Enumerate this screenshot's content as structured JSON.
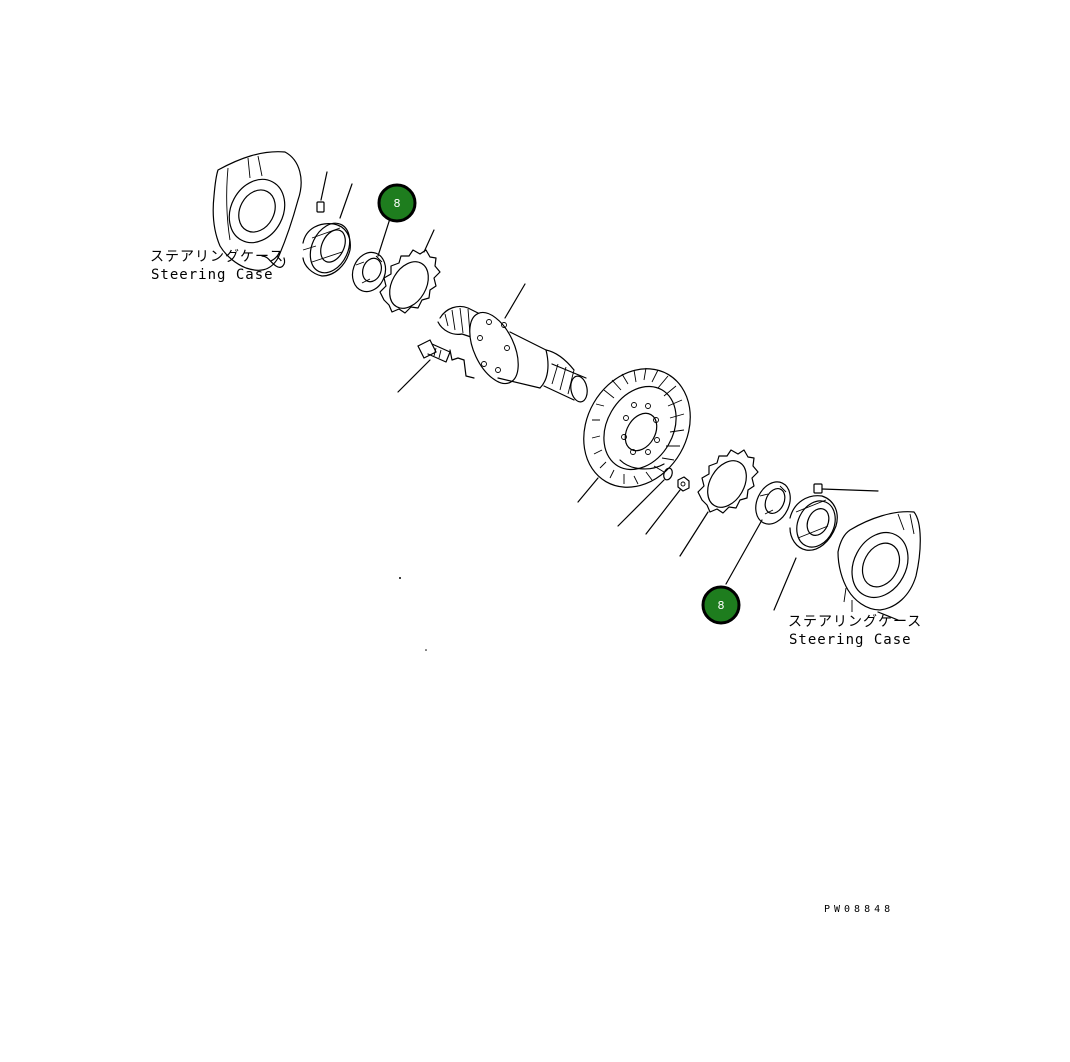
{
  "labels": {
    "steering_case_jp": "ステアリングケース",
    "steering_case_en": "Steering Case"
  },
  "callouts": [
    {
      "number": "8"
    },
    {
      "number": "8"
    }
  ],
  "drawing_code": "PW08848",
  "colors": {
    "callout_fill": "#1e7d1e",
    "callout_stroke": "#000000",
    "line": "#000000",
    "background": "#ffffff"
  }
}
